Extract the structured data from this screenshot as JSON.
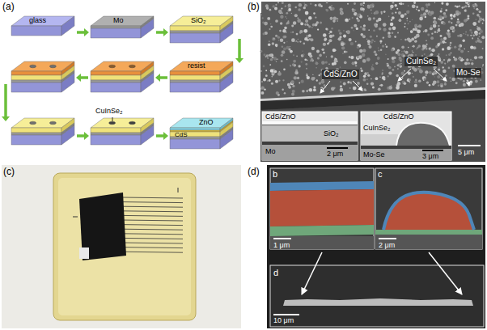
{
  "diagram": {
    "labels": [
      "(a)",
      "glass",
      "Mo",
      "SiO₂",
      "resist",
      "CuInSe₂",
      "ZnO",
      "CdS",
      "(b)",
      "CdS/ZnO",
      "CuInSe₂",
      "Mo-Se",
      "5 μm",
      "CdS/ZnO",
      "SiO₂",
      "Mo",
      "2 μm",
      "CdS/ZnO",
      "CuInSe₂",
      "Mo-Se",
      "3 μm",
      "(c)",
      "(d)",
      "b",
      "c",
      "d",
      "1 μm",
      "2 μm",
      "10 μm"
    ]
  }
}
